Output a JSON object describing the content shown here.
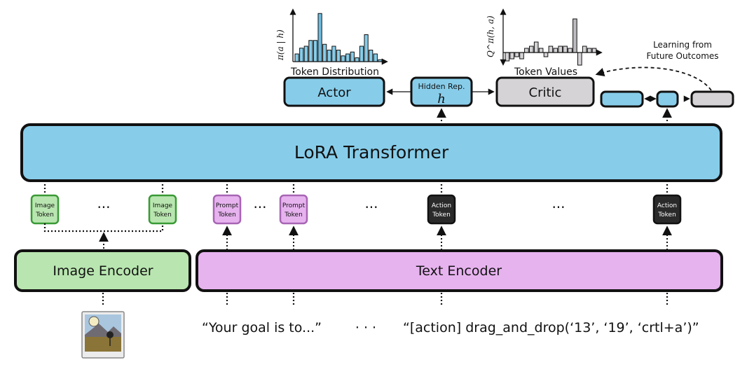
{
  "colors": {
    "blue": "#87cdea",
    "gray": "#d5d3d6",
    "green": "#b9e6b0",
    "green_border": "#3a9a36",
    "purple": "#e7b3ef",
    "purple_border": "#a765b4",
    "black_token": "#2a2a2a"
  },
  "transformer": {
    "label": "LoRA Transformer"
  },
  "actor": {
    "label": "Actor"
  },
  "critic": {
    "label": "Critic"
  },
  "hidden": {
    "label": "Hidden Rep.",
    "symbol": "h"
  },
  "image_encoder": {
    "label": "Image Encoder"
  },
  "text_encoder": {
    "label": "Text Encoder"
  },
  "tokens": {
    "image_line1": "Image",
    "image_line2": "Token",
    "prompt_line1": "Prompt",
    "prompt_line2": "Token",
    "action_line1": "Action",
    "action_line2": "Token",
    "ellipsis": "···"
  },
  "inputs": {
    "prompt_text": "“Your goal is to...”",
    "ellipsis": "· · ·",
    "action_text": "“[action] drag_and_drop(‘13’, ‘19’, ‘crtl+a’)”"
  },
  "future": {
    "line1": "Learning from",
    "line2": "Future Outcomes"
  },
  "chart_data": [
    {
      "type": "bar",
      "title": "Token Distribution",
      "ylabel": "π(a | h)",
      "values": [
        4,
        7,
        8,
        11,
        11,
        25,
        9,
        6,
        8,
        6,
        3,
        4,
        5,
        2,
        8,
        14,
        6,
        4,
        1
      ],
      "highlight_index": 5,
      "ylim": [
        0,
        26
      ]
    },
    {
      "type": "bar",
      "title": "Token Values",
      "ylabel": "Q^π(h, a)",
      "values": [
        -4,
        -3,
        -2,
        -3,
        2,
        3,
        5,
        2,
        -2,
        3,
        2,
        3,
        3,
        2,
        16,
        -6,
        3,
        2,
        2
      ],
      "highlight_index": 14,
      "ylim": [
        -7,
        17
      ]
    }
  ]
}
